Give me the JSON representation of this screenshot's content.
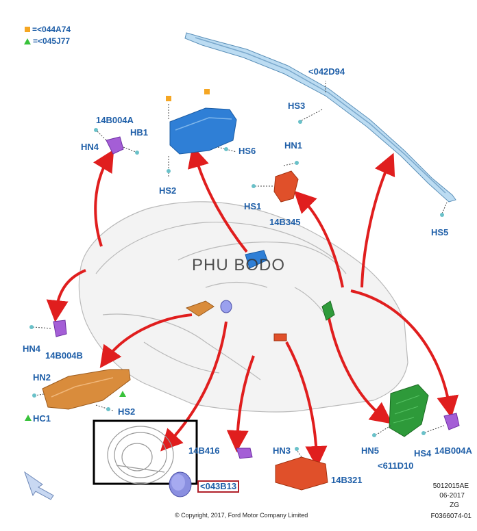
{
  "legend": {
    "square_label": "=<044A74",
    "triangle_label": "=<045J77"
  },
  "labels": {
    "hn4_top": "HN4",
    "b14b004a_top": "14B004A",
    "hb1": "HB1",
    "hs2_top": "HS2",
    "hs6": "HS6",
    "hs3": "HS3",
    "d042d94": "<042D94",
    "hn1": "HN1",
    "hs1": "HS1",
    "b14b345": "14B345",
    "hs5": "HS5",
    "hn4_mid": "HN4",
    "b14b004b": "14B004B",
    "hn2": "HN2",
    "hc1": "HC1",
    "hs2_bottom": "HS2",
    "b14b416": "14B416",
    "hn3": "HN3",
    "b14b321": "14B321",
    "hn5": "HN5",
    "hs4": "HS4",
    "b14b004a_right": "14B004A",
    "d611d10": "<611D10",
    "d043b13": "<043B13"
  },
  "watermark": "PHU BODO",
  "copyright": "© Copyright, 2017, Ford Motor Company Limited",
  "doc_info": {
    "ref": "5012015AE",
    "date": "06-2017",
    "code": "ZG",
    "figure": "F0366074-01"
  },
  "colors": {
    "label": "#1f5fa8",
    "arrow": "#e01e1e",
    "blue_part": "#2f7fd6",
    "red_part": "#e0502a",
    "purple_part": "#a45ed6",
    "orange_part": "#d98c3c",
    "green_part": "#2e9a3a",
    "curtain": "#9cc8e6",
    "legend_square": "#f5a623",
    "legend_triangle": "#38c23a"
  }
}
